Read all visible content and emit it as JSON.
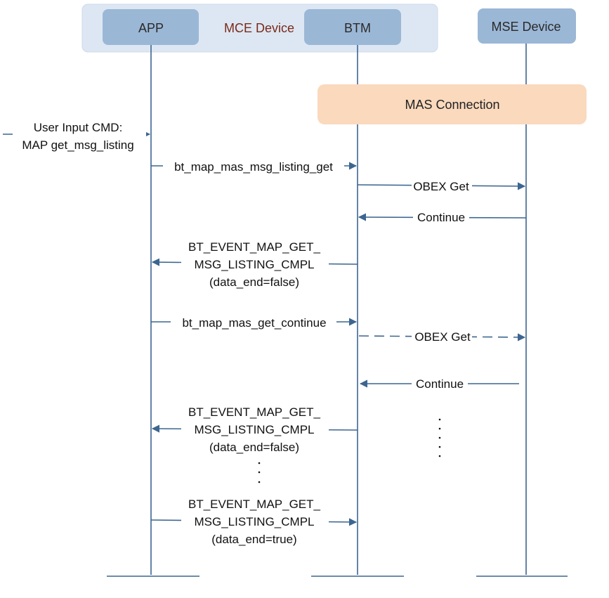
{
  "colors": {
    "line": "#3c6690",
    "lifeline": "#3c6690",
    "participant_fill": "#9bb7d6",
    "group_fill": "#dde7f3",
    "mas_fill": "#fad9bd",
    "text": "#111111",
    "group_text": "#7a2a1a"
  },
  "group": {
    "label": "MCE Device"
  },
  "participants": [
    {
      "id": "app",
      "label": "APP"
    },
    {
      "id": "btm",
      "label": "BTM"
    },
    {
      "id": "mse",
      "label": "MSE Device"
    }
  ],
  "mas_connection": {
    "label": "MAS Connection"
  },
  "user_input": {
    "lines": [
      "User Input CMD:",
      "MAP get_msg_listing"
    ]
  },
  "messages": [
    {
      "from": "app",
      "to": "btm",
      "lines": [
        "bt_map_mas_msg_listing_get"
      ],
      "style": "solid"
    },
    {
      "from": "btm",
      "to": "mse",
      "lines": [
        "OBEX Get"
      ],
      "style": "solid"
    },
    {
      "from": "mse",
      "to": "btm",
      "lines": [
        "Continue"
      ],
      "style": "solid"
    },
    {
      "from": "btm",
      "to": "app",
      "lines": [
        "BT_EVENT_MAP_GET_",
        "MSG_LISTING_CMPL",
        "(data_end=false)"
      ],
      "style": "solid"
    },
    {
      "from": "app",
      "to": "btm",
      "lines": [
        "bt_map_mas_get_continue"
      ],
      "style": "solid"
    },
    {
      "from": "btm",
      "to": "mse",
      "lines": [
        "OBEX Get"
      ],
      "style": "dashed"
    },
    {
      "from": "mse",
      "to": "btm",
      "lines": [
        "Continue"
      ],
      "style": "solid"
    },
    {
      "from": "btm",
      "to": "app",
      "lines": [
        "BT_EVENT_MAP_GET_",
        "MSG_LISTING_CMPL",
        "(data_end=false)"
      ],
      "style": "solid"
    },
    {
      "from": "app",
      "to": "btm",
      "lines": [
        "BT_EVENT_MAP_GET_",
        "MSG_LISTING_CMPL",
        "(data_end=true)"
      ],
      "style": "solid"
    }
  ],
  "continuation_marker": "⋮"
}
